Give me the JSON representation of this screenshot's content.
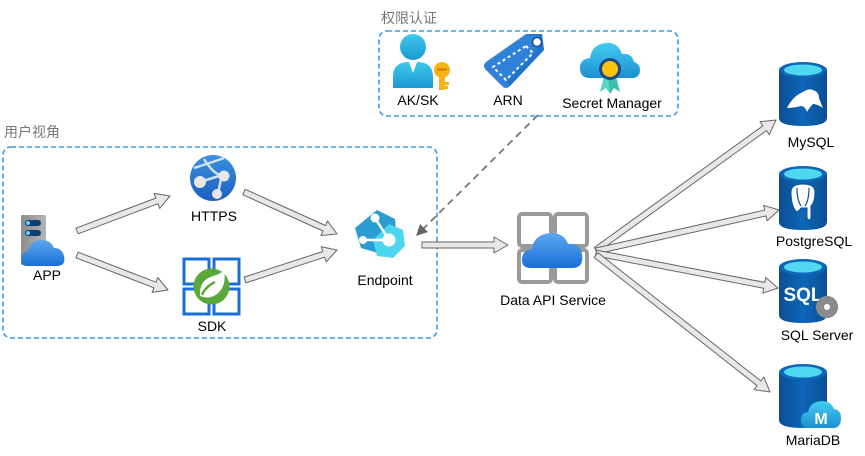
{
  "groups": {
    "auth": {
      "title": "权限认证"
    },
    "user": {
      "title": "用户视角"
    }
  },
  "nodes": {
    "aksk": {
      "label": "AK/SK",
      "icon": "user-key-icon"
    },
    "arn": {
      "label": "ARN",
      "icon": "tag-icon"
    },
    "secret_manager": {
      "label": "Secret Manager",
      "icon": "cloud-certificate-icon"
    },
    "app": {
      "label": "APP",
      "icon": "server-cloud-icon"
    },
    "https": {
      "label": "HTTPS",
      "icon": "web-globe-icon"
    },
    "sdk": {
      "label": "SDK",
      "icon": "spring-leaf-icon"
    },
    "endpoint": {
      "label": "Endpoint",
      "icon": "endpoint-hexagon-icon"
    },
    "data_api": {
      "label": "Data API Service",
      "icon": "cloud-service-icon"
    },
    "mysql": {
      "label": "MySQL",
      "icon": "mysql-database-icon"
    },
    "postgresql": {
      "label": "PostgreSQL",
      "icon": "postgresql-database-icon"
    },
    "sqlserver": {
      "label": "SQL Server",
      "icon": "sql-server-database-icon",
      "badge": "SQL"
    },
    "mariadb": {
      "label": "MariaDB",
      "icon": "mariadb-database-icon",
      "badge": "M"
    }
  },
  "edges": [
    {
      "from": "APP",
      "to": "HTTPS",
      "style": "solid"
    },
    {
      "from": "APP",
      "to": "SDK",
      "style": "solid"
    },
    {
      "from": "HTTPS",
      "to": "Endpoint",
      "style": "solid"
    },
    {
      "from": "SDK",
      "to": "Endpoint",
      "style": "solid"
    },
    {
      "from": "权限认证",
      "to": "Endpoint",
      "style": "dashed"
    },
    {
      "from": "Endpoint",
      "to": "Data API Service",
      "style": "solid"
    },
    {
      "from": "Data API Service",
      "to": "MySQL",
      "style": "solid"
    },
    {
      "from": "Data API Service",
      "to": "PostgreSQL",
      "style": "solid"
    },
    {
      "from": "Data API Service",
      "to": "SQL Server",
      "style": "solid"
    },
    {
      "from": "Data API Service",
      "to": "MariaDB",
      "style": "solid"
    }
  ],
  "colors": {
    "group_border": "#3b9be8",
    "arrow_fill": "#e8e8e8",
    "arrow_stroke": "#666666",
    "dashed_arrow": "#777777",
    "db_blue": "#0b5fa5",
    "db_top": "#50d8f0"
  }
}
